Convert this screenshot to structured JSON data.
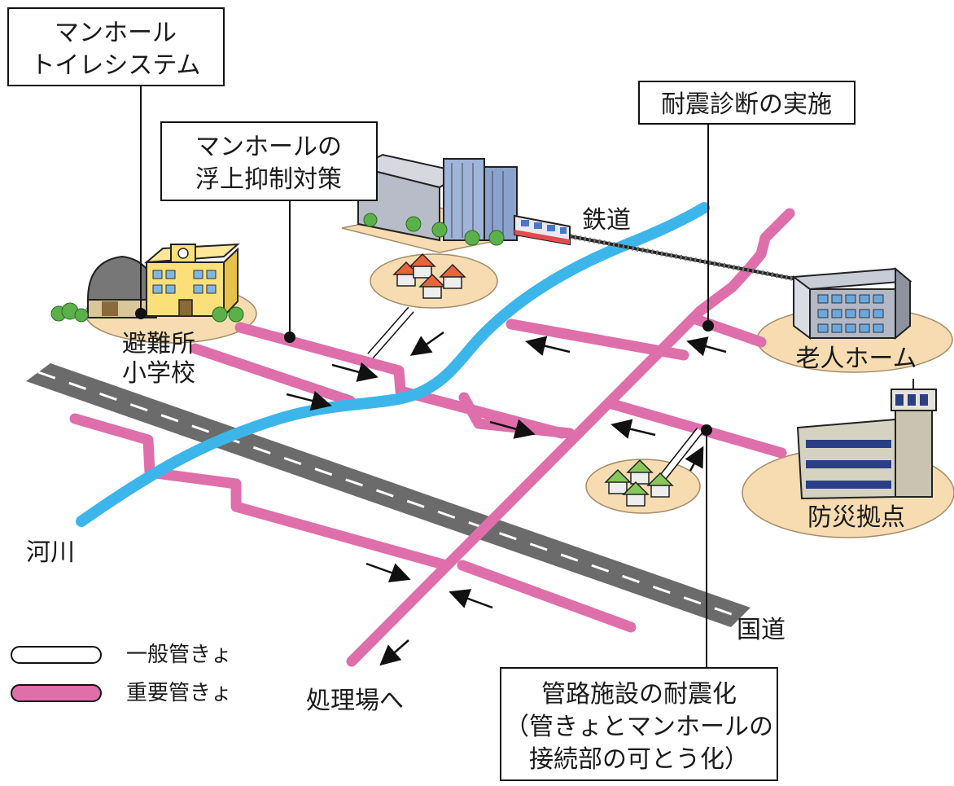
{
  "callouts": {
    "manhole_toilet_line1": "マンホール",
    "manhole_toilet_line2": "トイレシステム",
    "flotation_line1": "マンホールの",
    "flotation_line2": "浮上抑制対策",
    "seismic_diagnosis": "耐震診断の実施",
    "pipe_seismic_line1": "管路施設の耐震化",
    "pipe_seismic_line2": "（管きょとマンホールの",
    "pipe_seismic_line3": "接続部の可とう化）"
  },
  "places": {
    "shelter_line1": "避難所",
    "shelter_line2": "小学校",
    "railway": "鉄道",
    "elderly_home": "老人ホーム",
    "disaster_base": "防災拠点",
    "river": "河川",
    "national_road": "国道",
    "to_treatment": "処理場へ"
  },
  "legend": {
    "general_pipe": "一般管きょ",
    "important_pipe": "重要管きょ"
  },
  "colors": {
    "important_pipe": "#df6fab",
    "river": "#3cb6ea",
    "road": "#6b6b6b",
    "site_fill": "#f6dcb0",
    "roof_red": "#e8643a",
    "roof_green": "#86c85a"
  }
}
